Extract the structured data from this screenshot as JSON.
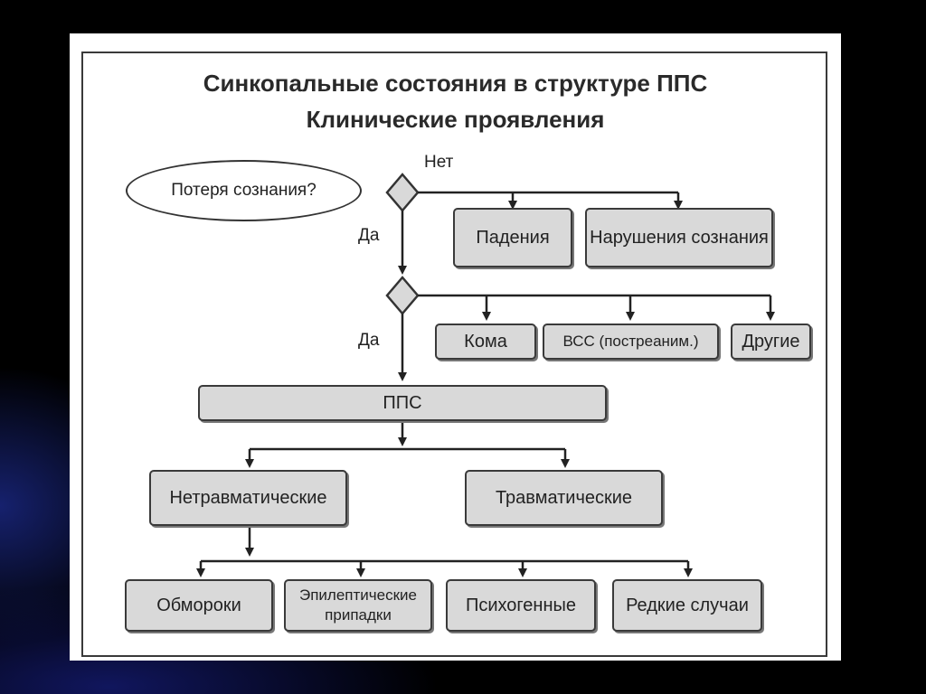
{
  "title": {
    "line1": "Синкопальные состояния в структуре ППС",
    "line2": "Клинические проявления"
  },
  "question": "Потеря сознания?",
  "labels": {
    "no": "Нет",
    "yes1": "Да",
    "yes2": "Да"
  },
  "boxes": {
    "falls": "Падения",
    "consciousness_disorders": "Нарушения сознания",
    "coma": "Кома",
    "vss": "ВСС (постреаним.)",
    "others": "Другие",
    "pps": "ППС",
    "nontraumatic": "Нетравматические",
    "traumatic": "Травматические",
    "faints": "Обмороки",
    "epileptic": "Эпилептические припадки",
    "psychogenic": "Психогенные",
    "rare": "Редкие случаи"
  },
  "colors": {
    "box_fill": "#d9d9d9",
    "line": "#222222",
    "background": "#000000",
    "slide": "#ffffff"
  }
}
